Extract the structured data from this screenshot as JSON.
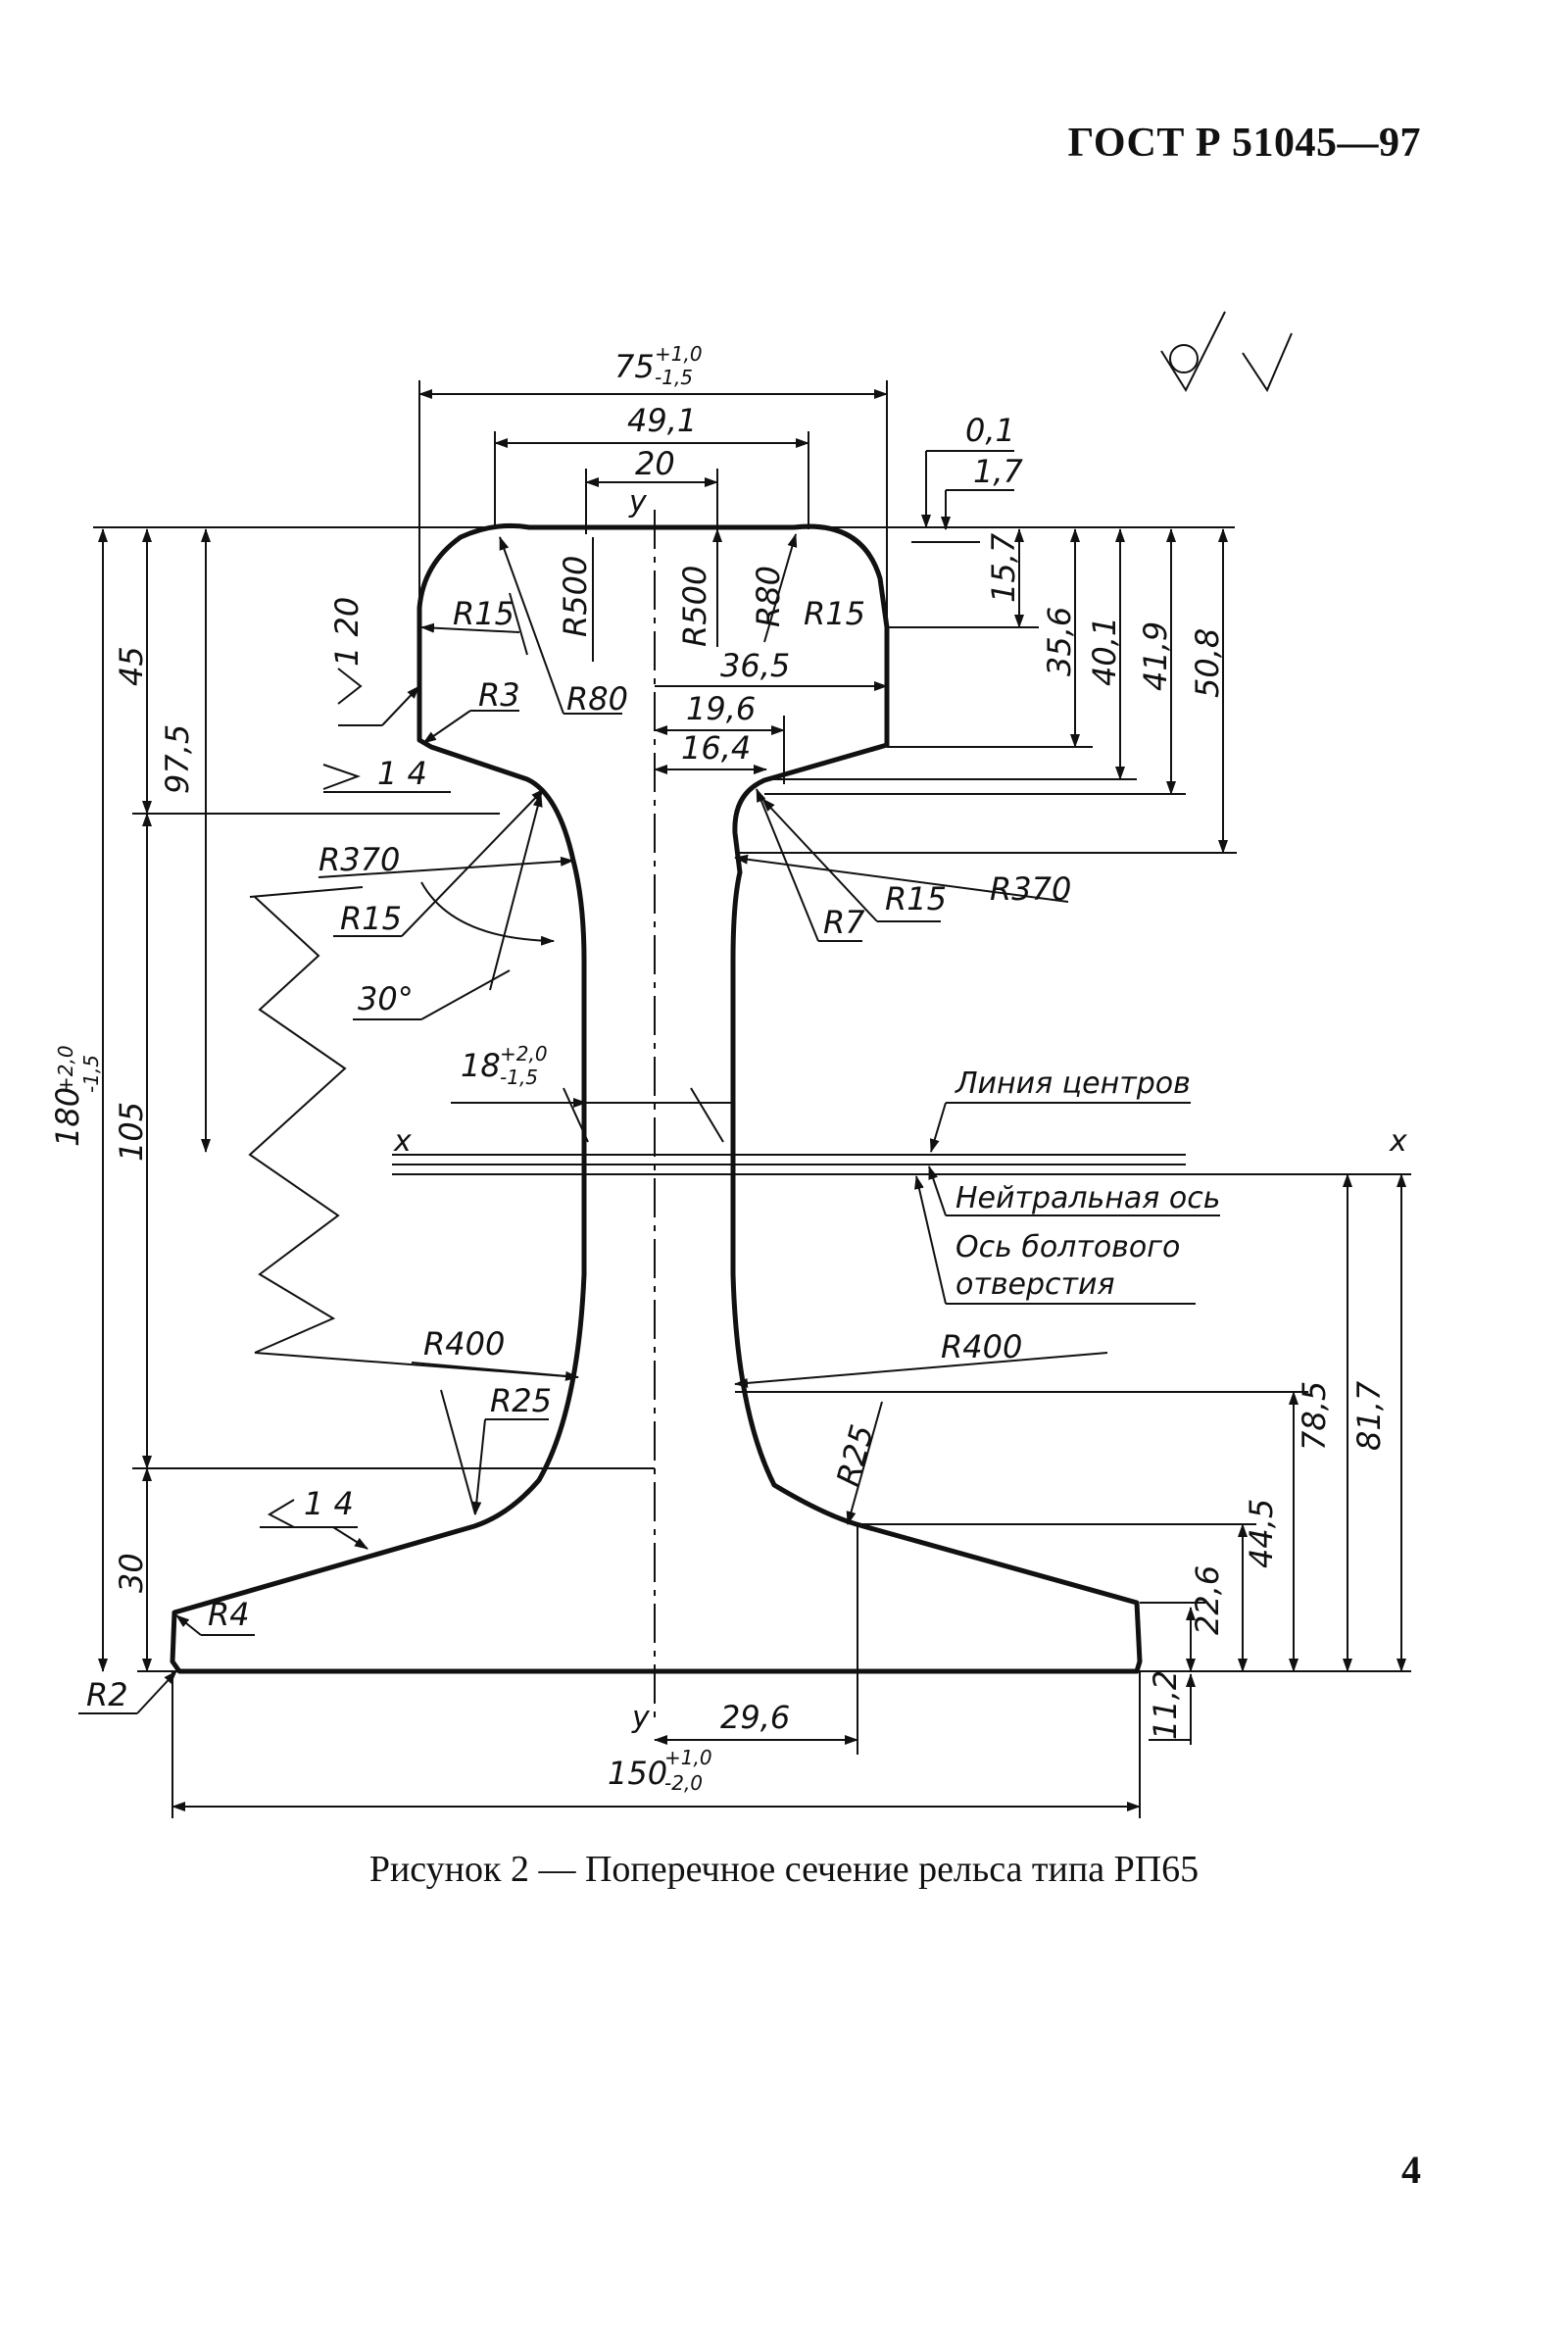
{
  "header": {
    "standard": "ГОСТ Р 51045—97"
  },
  "figure": {
    "caption": "Рисунок 2 — Поперечное сечение рельса типа РП65",
    "roughness_symbols": [
      "circle-check-mark",
      "check-mark"
    ],
    "axis_labels": {
      "y_top": "y",
      "y_bottom": "y",
      "x_left": "x",
      "x_right": "x"
    },
    "center_labels": {
      "centers_line": "Линия центров",
      "neutral_axis": "Нейтральная ось",
      "bolt_hole_axis_1": "Ось болтового",
      "bolt_hole_axis_2": "отверстия"
    },
    "dimensions": {
      "head_width": "75",
      "head_width_tol_up": "+1,0",
      "head_width_tol_dn": "-1,5",
      "d49_1": "49,1",
      "d20": "20",
      "d0_1": "0,1",
      "d1_7": "1,7",
      "d15_7": "15,7",
      "d35_6": "35,6",
      "d40_1": "40,1",
      "d41_9": "41,9",
      "d50_8": "50,8",
      "d36_5": "36,5",
      "d19_6": "19,6",
      "d16_4": "16,4",
      "d45": "45",
      "d97_5": "97,5",
      "d105": "105",
      "d30": "30",
      "height": "180",
      "height_tol_up": "+2,0",
      "height_tol_dn": "-1,5",
      "web": "18",
      "web_tol_up": "+2,0",
      "web_tol_dn": "-1,5",
      "d78_5": "78,5",
      "d81_7": "81,7",
      "d44_5": "44,5",
      "d22_6": "22,6",
      "d11_2": "11,2",
      "d29_6": "29,6",
      "base": "150",
      "base_tol_up": "+1,0",
      "base_tol_dn": "-2,0",
      "slope_1_20": "1 20",
      "slope_1_4_top": "1 4",
      "slope_1_4_bottom": "1 4",
      "angle_30": "30°"
    },
    "radii": {
      "r15_left": "R15",
      "r500_left": "R500",
      "r500_right": "R500",
      "r80_right": "R80",
      "r15_right": "R15",
      "r80_left": "R80",
      "r3": "R3",
      "r370_left": "R370",
      "r15_web_left": "R15",
      "r370_right": "R370",
      "r7": "R7",
      "r15_web_right": "R15",
      "r400_left": "R400",
      "r25_left": "R25",
      "r400_right": "R400",
      "r25_right": "R25",
      "r4": "R4",
      "r2": "R2"
    }
  },
  "page": {
    "number": "4"
  }
}
